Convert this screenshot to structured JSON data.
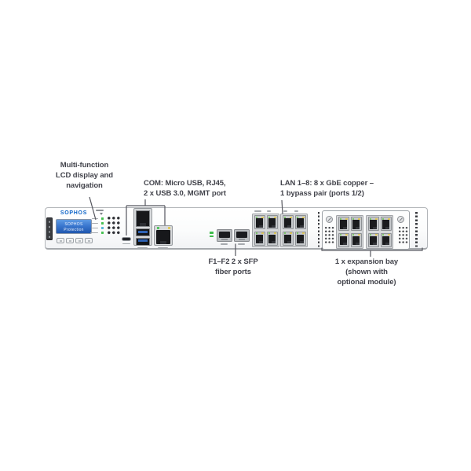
{
  "device": {
    "brand_logo": "SOPHOS",
    "lcd": {
      "line1": "SOPHOS",
      "line2": "Protection"
    }
  },
  "callouts": {
    "lcd": {
      "lines": [
        "Multi-function",
        "LCD display and",
        "navigation"
      ]
    },
    "com": {
      "lines": [
        "COM: Micro USB, RJ45,",
        "2 x USB 3.0, MGMT port"
      ]
    },
    "lan": {
      "lines": [
        "LAN 1–8: 8 x GbE copper –",
        "1 bypass pair (ports 1/2)"
      ]
    },
    "sfp": {
      "lines": [
        "F1–F2 2 x SFP",
        "fiber ports"
      ]
    },
    "bay": {
      "lines": [
        "1 x expansion bay",
        "(shown with",
        "optional module)"
      ]
    }
  },
  "colors": {
    "logo_blue": "#0d64c8",
    "lcd_blue_top": "#5e9be4",
    "lcd_blue_bottom": "#2057ae",
    "led_green": "#46c152",
    "led_amber": "#dfc85e",
    "callout_line": "#55565e",
    "callout_text": "#42434b",
    "chassis_border": "#b2b5b9"
  }
}
